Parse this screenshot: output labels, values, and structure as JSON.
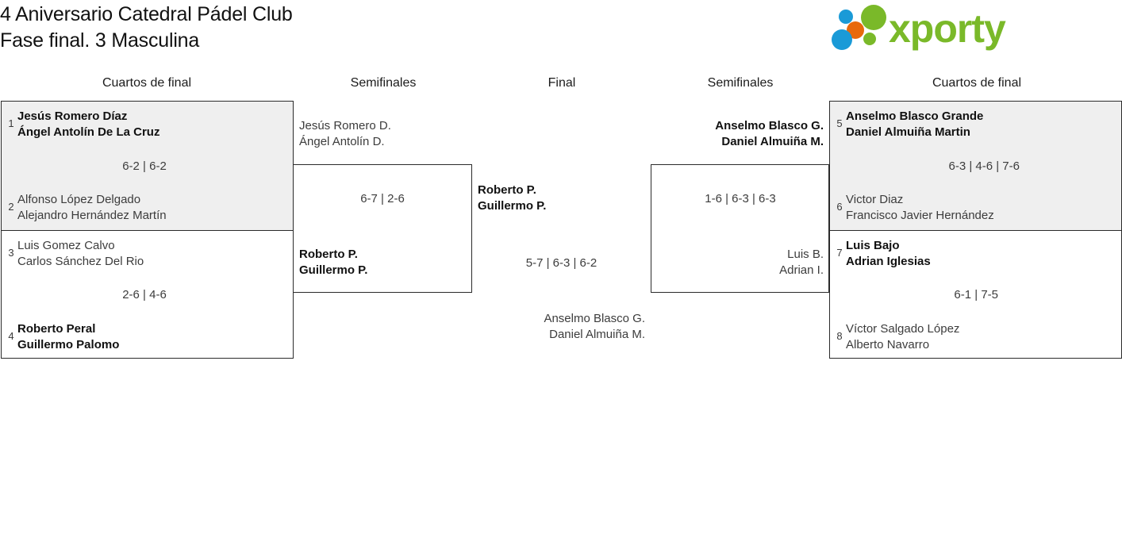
{
  "header": {
    "title_line1": "4 Aniversario Catedral Pádel Club",
    "title_line2": "Fase final. 3 Masculina",
    "logo_text": "xporty"
  },
  "rounds": [
    {
      "label": "Cuartos de final"
    },
    {
      "label": "Semifinales"
    },
    {
      "label": "Final"
    },
    {
      "label": "Semifinales"
    },
    {
      "label": "Cuartos de final"
    }
  ],
  "bracket": {
    "quarterfinals_left": [
      {
        "top": {
          "seed": "1",
          "player1": "Jesús Romero Díaz",
          "player2": "Ángel Antolín De La Cruz",
          "winner": true
        },
        "bottom": {
          "seed": "2",
          "player1": "Alfonso López Delgado",
          "player2": "Alejandro Hernández Martín",
          "winner": false
        },
        "score": "6-2 | 6-2"
      },
      {
        "top": {
          "seed": "3",
          "player1": "Luis Gomez Calvo",
          "player2": "Carlos Sánchez Del Rio",
          "winner": false
        },
        "bottom": {
          "seed": "4",
          "player1": "Roberto Peral",
          "player2": "Guillermo Palomo",
          "winner": true
        },
        "score": "2-6 | 4-6"
      }
    ],
    "semifinal_left": {
      "top": {
        "player1": "Jesús Romero D.",
        "player2": "Ángel Antolín D.",
        "winner": false
      },
      "bottom": {
        "player1": "Roberto P.",
        "player2": "Guillermo P.",
        "winner": true
      },
      "score": "6-7 | 2-6"
    },
    "final": {
      "top": {
        "player1": "Roberto P.",
        "player2": "Guillermo P.",
        "winner": true
      },
      "bottom": {
        "player1": "Anselmo Blasco G.",
        "player2": "Daniel Almuiña M.",
        "winner": false
      },
      "score": "5-7 | 6-3 | 6-2"
    },
    "semifinal_right": {
      "top": {
        "player1": "Anselmo Blasco G.",
        "player2": "Daniel Almuiña M.",
        "winner": true
      },
      "bottom": {
        "player1": "Luis B.",
        "player2": "Adrian I.",
        "winner": false
      },
      "score": "1-6 | 6-3 | 6-3"
    },
    "quarterfinals_right": [
      {
        "top": {
          "seed": "5",
          "player1": "Anselmo Blasco Grande",
          "player2": "Daniel Almuiña Martin",
          "winner": true
        },
        "bottom": {
          "seed": "6",
          "player1": "Victor Diaz",
          "player2": "Francisco Javier Hernández",
          "winner": false
        },
        "score": "6-3 | 4-6 | 7-6"
      },
      {
        "top": {
          "seed": "7",
          "player1": "Luis Bajo",
          "player2": "Adrian Iglesias",
          "winner": true
        },
        "bottom": {
          "seed": "8",
          "player1": "Víctor Salgado López",
          "player2": "Alberto Navarro",
          "winner": false
        },
        "score": "6-1 | 7-5"
      }
    ]
  },
  "colors": {
    "brand_green": "#7ab929",
    "brand_blue": "#1a9ad7",
    "brand_orange": "#e8690b",
    "box_shaded": "#efefef",
    "line": "#2b2b2b"
  }
}
